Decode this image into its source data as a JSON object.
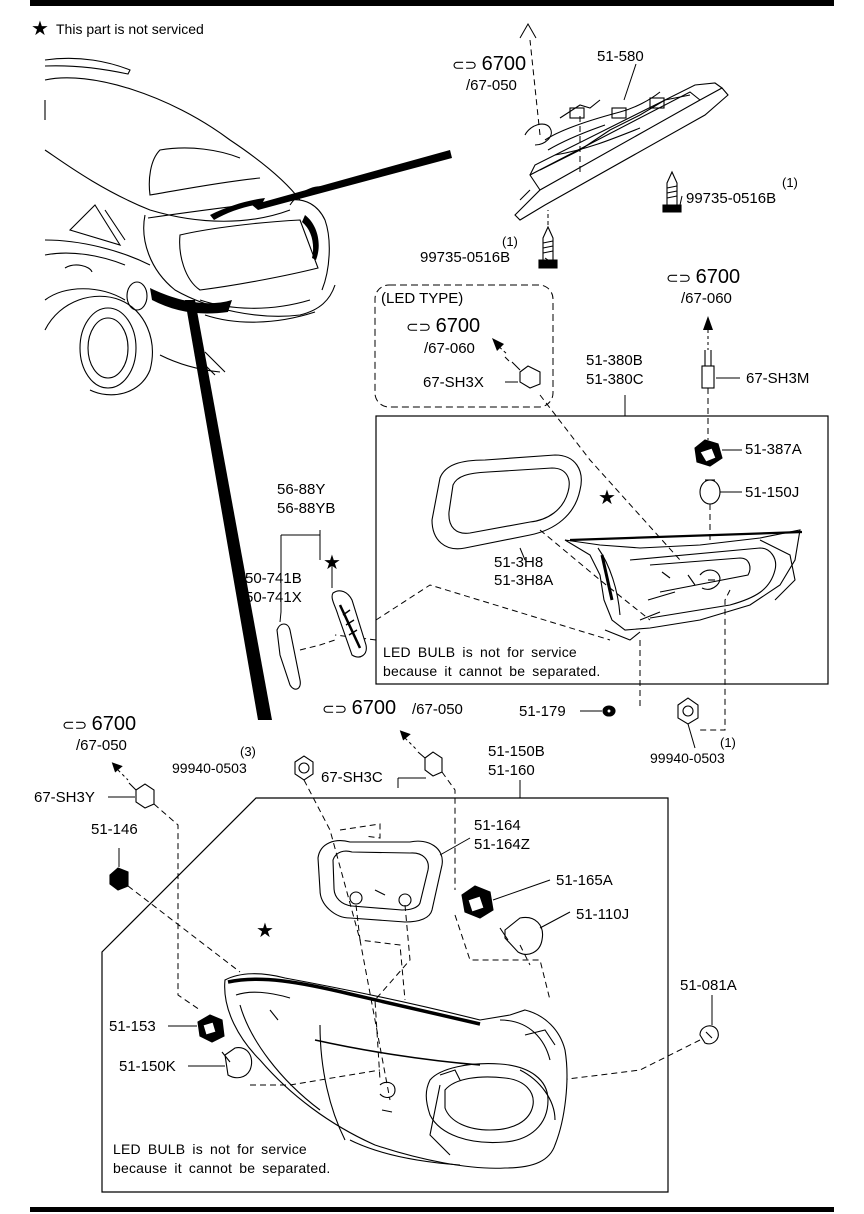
{
  "legend": {
    "star_note": "This part is not serviced"
  },
  "sections": {
    "ref_6700": "6700",
    "ref_67050": "/67-050",
    "ref_67060": "/67-060"
  },
  "labels": {
    "p51_580": "51-580",
    "p99735_right": "99735-0516B",
    "p99735_right_qty": "(1)",
    "p99735_left": "99735-0516B",
    "p99735_left_qty": "(1)",
    "led_type": "(LED TYPE)",
    "p67_sh3x": "67-SH3X",
    "p67_sh3m": "67-SH3M",
    "p51_380b": "51-380B",
    "p51_380c": "51-380C",
    "p51_387a": "51-387A",
    "p51_150j": "51-150J",
    "p51_3h8": "51-3H8",
    "p51_3h8a": "51-3H8A",
    "p56_88y": "56-88Y",
    "p56_88yb": "56-88YB",
    "p50_741b": "50-741B",
    "p50_741x": "50-741X",
    "led_note_1": "LED BULB is not for service",
    "led_note_2": "because it cannot be separated.",
    "p51_179": "51-179",
    "p99940_right": "99940-0503",
    "p99940_right_qty": "(1)",
    "p99940_left": "99940-0503",
    "p99940_left_qty": "(3)",
    "p67_sh3c": "67-SH3C",
    "p67_sh3y": "67-SH3Y",
    "p51_150b": "51-150B",
    "p51_160": "51-160",
    "p51_146": "51-146",
    "p51_164": "51-164",
    "p51_164z": "51-164Z",
    "p51_165a": "51-165A",
    "p51_110j": "51-110J",
    "p51_081a": "51-081A",
    "p51_153": "51-153",
    "p51_150k": "51-150K",
    "led_note_b1": "LED BULB is not for service",
    "led_note_b2": "because it cannot be separated."
  }
}
